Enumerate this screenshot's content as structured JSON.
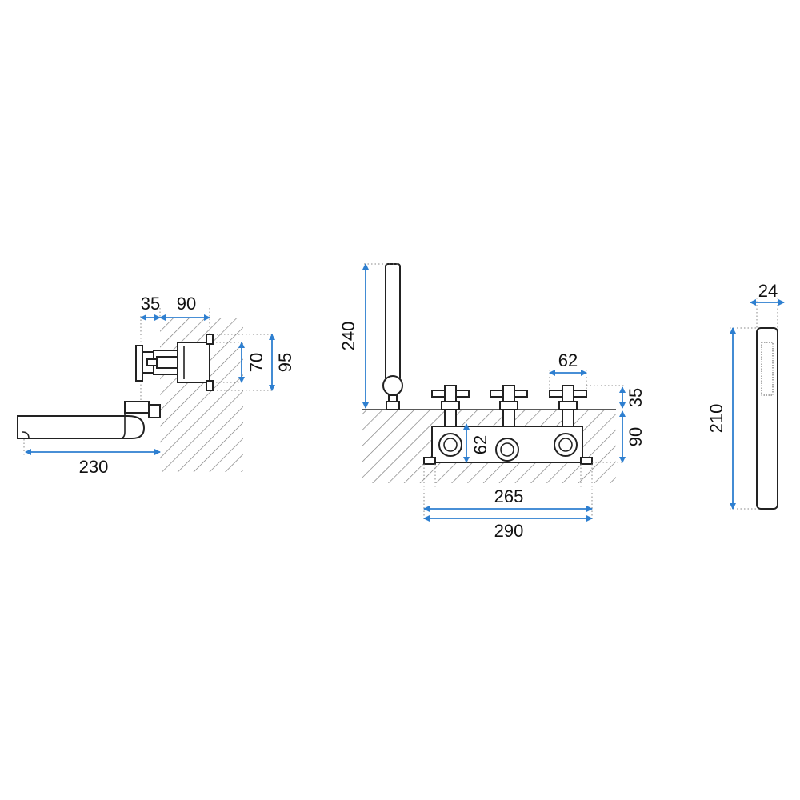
{
  "colors": {
    "dimension": "#2e7fd0",
    "outline": "#222222",
    "hatch": "#777777",
    "extension": "#888888"
  },
  "side_view": {
    "dim_wall_offset": "35",
    "dim_body_depth": "90",
    "dim_spout_length": "230",
    "dim_inner_height": "70",
    "dim_outer_height": "95"
  },
  "deck_view": {
    "dim_handshower_height": "240",
    "dim_handle_width": "62",
    "dim_handle_height": "35",
    "dim_body_depth": "90",
    "dim_port_spacing": "62",
    "dim_body_width": "265",
    "dim_total_width": "290"
  },
  "hand_shower": {
    "dim_width": "24",
    "dim_length": "210"
  }
}
